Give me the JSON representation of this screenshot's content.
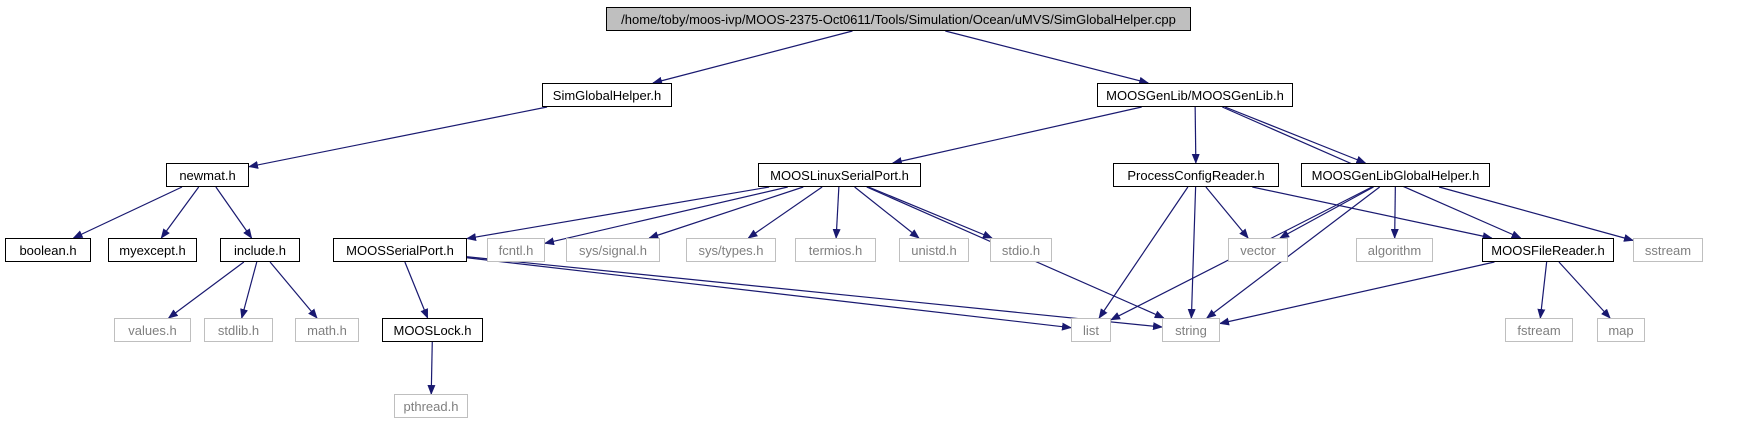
{
  "colors": {
    "edge": "#191970",
    "root_fill": "#bfbfbf",
    "ext_border": "#bfbfbf",
    "ext_text": "#7f7f7f"
  },
  "nodes": {
    "root": {
      "label": "/home/toby/moos-ivp/MOOS-2375-Oct0611/Tools/Simulation/Ocean/uMVS/SimGlobalHelper.cpp",
      "style": "root"
    },
    "simglobalhelper_h": {
      "label": "SimGlobalHelper.h",
      "style": "solid"
    },
    "moosgenlib_h": {
      "label": "MOOSGenLib/MOOSGenLib.h",
      "style": "solid"
    },
    "newmat_h": {
      "label": "newmat.h",
      "style": "solid"
    },
    "mooslinuxserialport_h": {
      "label": "MOOSLinuxSerialPort.h",
      "style": "solid"
    },
    "processconfigreader_h": {
      "label": "ProcessConfigReader.h",
      "style": "solid"
    },
    "moosgenlibglobalhelper_h": {
      "label": "MOOSGenLibGlobalHelper.h",
      "style": "solid"
    },
    "boolean_h": {
      "label": "boolean.h",
      "style": "solid"
    },
    "myexcept_h": {
      "label": "myexcept.h",
      "style": "solid"
    },
    "include_h": {
      "label": "include.h",
      "style": "solid"
    },
    "moosserialport_h": {
      "label": "MOOSSerialPort.h",
      "style": "solid"
    },
    "fcntl_h": {
      "label": "fcntl.h",
      "style": "ext"
    },
    "sys_signal_h": {
      "label": "sys/signal.h",
      "style": "ext"
    },
    "sys_types_h": {
      "label": "sys/types.h",
      "style": "ext"
    },
    "termios_h": {
      "label": "termios.h",
      "style": "ext"
    },
    "unistd_h": {
      "label": "unistd.h",
      "style": "ext"
    },
    "stdio_h": {
      "label": "stdio.h",
      "style": "ext"
    },
    "vector": {
      "label": "vector",
      "style": "ext"
    },
    "algorithm": {
      "label": "algorithm",
      "style": "ext"
    },
    "moosfilereader_h": {
      "label": "MOOSFileReader.h",
      "style": "solid"
    },
    "sstream": {
      "label": "sstream",
      "style": "ext"
    },
    "values_h": {
      "label": "values.h",
      "style": "ext"
    },
    "stdlib_h": {
      "label": "stdlib.h",
      "style": "ext"
    },
    "math_h": {
      "label": "math.h",
      "style": "ext"
    },
    "mooslock_h": {
      "label": "MOOSLock.h",
      "style": "solid"
    },
    "list": {
      "label": "list",
      "style": "ext"
    },
    "string": {
      "label": "string",
      "style": "ext"
    },
    "fstream": {
      "label": "fstream",
      "style": "ext"
    },
    "map": {
      "label": "map",
      "style": "ext"
    },
    "pthread_h": {
      "label": "pthread.h",
      "style": "ext"
    }
  },
  "edges": [
    [
      "root",
      "simglobalhelper_h"
    ],
    [
      "root",
      "moosgenlib_h"
    ],
    [
      "simglobalhelper_h",
      "newmat_h"
    ],
    [
      "newmat_h",
      "boolean_h"
    ],
    [
      "newmat_h",
      "myexcept_h"
    ],
    [
      "newmat_h",
      "include_h"
    ],
    [
      "include_h",
      "values_h"
    ],
    [
      "include_h",
      "stdlib_h"
    ],
    [
      "include_h",
      "math_h"
    ],
    [
      "moosgenlib_h",
      "mooslinuxserialport_h"
    ],
    [
      "moosgenlib_h",
      "processconfigreader_h"
    ],
    [
      "moosgenlib_h",
      "moosgenlibglobalhelper_h"
    ],
    [
      "moosgenlib_h",
      "moosfilereader_h"
    ],
    [
      "mooslinuxserialport_h",
      "moosserialport_h"
    ],
    [
      "mooslinuxserialport_h",
      "fcntl_h"
    ],
    [
      "mooslinuxserialport_h",
      "sys_signal_h"
    ],
    [
      "mooslinuxserialport_h",
      "sys_types_h"
    ],
    [
      "mooslinuxserialport_h",
      "termios_h"
    ],
    [
      "mooslinuxserialport_h",
      "unistd_h"
    ],
    [
      "mooslinuxserialport_h",
      "stdio_h"
    ],
    [
      "mooslinuxserialport_h",
      "string"
    ],
    [
      "moosserialport_h",
      "mooslock_h"
    ],
    [
      "moosserialport_h",
      "list"
    ],
    [
      "moosserialport_h",
      "string"
    ],
    [
      "mooslock_h",
      "pthread_h"
    ],
    [
      "processconfigreader_h",
      "list"
    ],
    [
      "processconfigreader_h",
      "string"
    ],
    [
      "processconfigreader_h",
      "vector"
    ],
    [
      "processconfigreader_h",
      "moosfilereader_h"
    ],
    [
      "moosgenlibglobalhelper_h",
      "vector"
    ],
    [
      "moosgenlibglobalhelper_h",
      "algorithm"
    ],
    [
      "moosgenlibglobalhelper_h",
      "list"
    ],
    [
      "moosgenlibglobalhelper_h",
      "string"
    ],
    [
      "moosgenlibglobalhelper_h",
      "sstream"
    ],
    [
      "moosfilereader_h",
      "string"
    ],
    [
      "moosfilereader_h",
      "fstream"
    ],
    [
      "moosfilereader_h",
      "map"
    ]
  ]
}
